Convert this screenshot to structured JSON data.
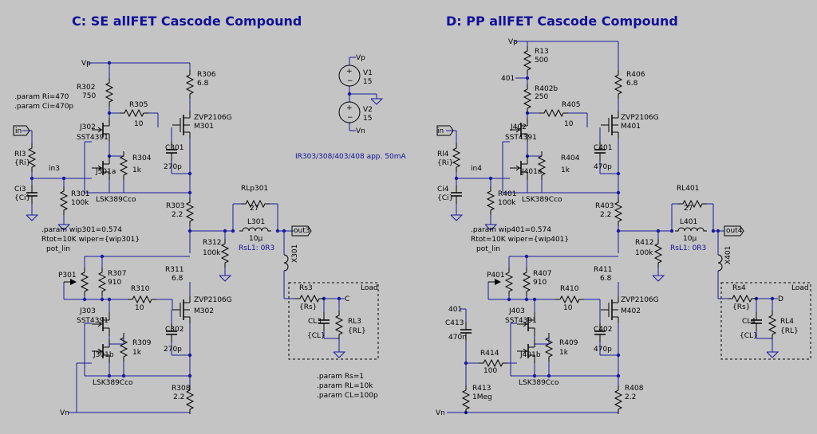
{
  "titles": {
    "left": "C: SE allFET Cascode Compound",
    "right": "D: PP allFET Cascode Compound"
  },
  "left": {
    "vp": "Vp",
    "vn": "Vn",
    "params": [
      ".param Ri=470",
      ".param Ci=470p"
    ],
    "in_port": "in",
    "rl3": {
      "name": "Rl3",
      "value": "{Ri}"
    },
    "ci3": {
      "name": "Ci3",
      "value": "{Ci}"
    },
    "net_in3": "in3",
    "r301": {
      "name": "R301",
      "value": "100k"
    },
    "r302": {
      "name": "R302",
      "value": "750"
    },
    "r305": {
      "name": "R305",
      "value": "10"
    },
    "j302": {
      "name": "J302",
      "value": "SST4391"
    },
    "r304": {
      "name": "R304",
      "value": "1k"
    },
    "j301a": {
      "name": "J301a",
      "value": "LSK389Cco"
    },
    "r306": {
      "name": "R306",
      "value": "6.8"
    },
    "m301": {
      "name": "M301",
      "value": "ZVP2106G"
    },
    "c301": {
      "name": "C301",
      "value": "270p"
    },
    "r303": {
      "name": "R303",
      "value": "2.2"
    },
    "rlp301": {
      "name": "RLp301",
      "value": "27"
    },
    "l301": {
      "name": "L301",
      "value": "10µ"
    },
    "rsl1": "RsL1: 0R3",
    "out_port": "out3",
    "r312": {
      "name": "R312",
      "value": "100k"
    },
    "wiper_params": [
      ".param wip301=0.574",
      "Rtot=10K wiper={wip301}",
      "pot_lin"
    ],
    "p301": {
      "name": "P301"
    },
    "r307": {
      "name": "R307",
      "value": "910"
    },
    "r310": {
      "name": "R310",
      "value": "10"
    },
    "r311": {
      "name": "R311",
      "value": "6.8"
    },
    "m302": {
      "name": "M302",
      "value": "ZVP2106G"
    },
    "j303": {
      "name": "J303",
      "value": "SST4391"
    },
    "r309": {
      "name": "R309",
      "value": "1k"
    },
    "c302": {
      "name": "C302",
      "value": "270p"
    },
    "j301b": {
      "name": "J301b",
      "value": "LSK389Cco"
    },
    "r308": {
      "name": "R308",
      "value": "2.2"
    },
    "x301": "X301",
    "load": {
      "title": "Load",
      "rs": "Rs3",
      "rs_val": "{Rs}",
      "node": "C",
      "cl": "CL3",
      "cl_val": "{CL}",
      "rl": "RL3",
      "rl_val": "{RL}"
    }
  },
  "supply": {
    "vp": "Vp",
    "vn": "Vn",
    "v1": {
      "name": "V1",
      "value": "15"
    },
    "v2": {
      "name": "V2",
      "value": "15"
    },
    "note": "IR303/308/403/408 app. 50mA",
    "load_params": [
      ".param Rs=1",
      ".param RL=10k",
      ".param CL=100p"
    ]
  },
  "right": {
    "vp": "Vp",
    "vn": "Vn",
    "in_port": "in",
    "rl4": {
      "name": "Rl4",
      "value": "{Ri}"
    },
    "ci4": {
      "name": "Ci4",
      "value": "{Ci}"
    },
    "net_in4": "in4",
    "r401": {
      "name": "R401",
      "value": "100k"
    },
    "r13": {
      "name": "R13",
      "value": "500"
    },
    "net401": "401",
    "r402b": {
      "name": "R402b",
      "value": "250"
    },
    "r405": {
      "name": "R405",
      "value": "10"
    },
    "j402": {
      "name": "J402",
      "value": "SST4391"
    },
    "r404": {
      "name": "R404",
      "value": "1k"
    },
    "j401a": {
      "name": "J401a",
      "value": "LSK389Cco"
    },
    "r406": {
      "name": "R406",
      "value": "6.8"
    },
    "m401": {
      "name": "M401",
      "value": "ZVP2106G"
    },
    "c401": {
      "name": "C401",
      "value": "470p"
    },
    "r403": {
      "name": "R403",
      "value": "2.2"
    },
    "rl401": {
      "name": "RL401",
      "value": "27"
    },
    "l401": {
      "name": "L401",
      "value": "10µ"
    },
    "rsl1": "RsL1: 0R3",
    "out_port": "out4",
    "r412": {
      "name": "R412",
      "value": "100k"
    },
    "wiper_params": [
      ".param wip401=0.574",
      "Rtot=10K wiper={wip401}",
      "pot_lin"
    ],
    "p401": {
      "name": "P401"
    },
    "r407": {
      "name": "R407",
      "value": "910"
    },
    "r410": {
      "name": "R410",
      "value": "10"
    },
    "r411": {
      "name": "R411",
      "value": "6.8"
    },
    "m402": {
      "name": "M402",
      "value": "ZVP2106G"
    },
    "j403": {
      "name": "J403",
      "value": "SST4391"
    },
    "r409": {
      "name": "R409",
      "value": "1k"
    },
    "c402": {
      "name": "C402",
      "value": "470p"
    },
    "c413": {
      "name": "C413",
      "value": "470n"
    },
    "r414": {
      "name": "R414",
      "value": "100"
    },
    "j401b": {
      "name": "J401b",
      "value": "LSK389Cco"
    },
    "r413": {
      "name": "R413",
      "value": "1Meg"
    },
    "r408": {
      "name": "R408",
      "value": "2.2"
    },
    "x401": "X401",
    "load": {
      "title": "Load",
      "rs": "Rs4",
      "rs_val": "{Rs}",
      "node": "D",
      "cl": "CL4",
      "cl_val": "{CL}",
      "rl": "RL4",
      "rl_val": "{RL}"
    }
  },
  "colors": {
    "wire": "#1a1aa0",
    "component": "#000000",
    "background": "#c4c4c4",
    "title": "#10109a"
  }
}
